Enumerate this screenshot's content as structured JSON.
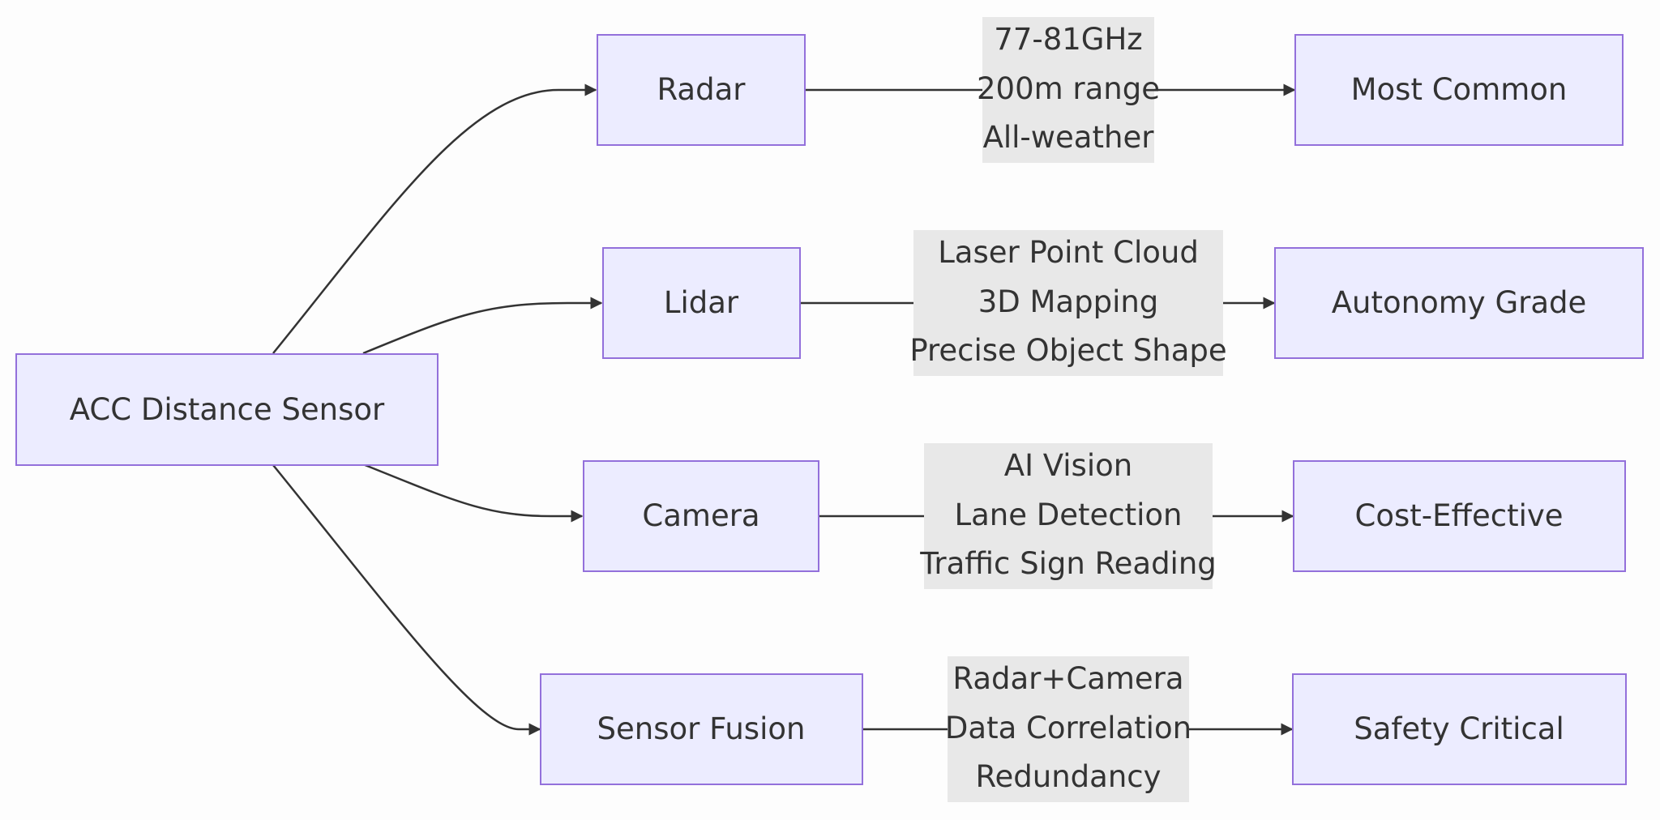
{
  "nodes": {
    "root": "ACC Distance Sensor",
    "radar": "Radar",
    "lidar": "Lidar",
    "camera": "Camera",
    "fusion": "Sensor Fusion",
    "most_common": "Most Common",
    "autonomy_grade": "Autonomy Grade",
    "cost_effective": "Cost-Effective",
    "safety_critical": "Safety Critical"
  },
  "edge_labels": {
    "radar": [
      "77-81GHz",
      "200m range",
      "All-weather"
    ],
    "lidar": [
      "Laser Point Cloud",
      "3D Mapping",
      "Precise Object Shape"
    ],
    "camera": [
      "AI Vision",
      "Lane Detection",
      "Traffic Sign Reading"
    ],
    "fusion": [
      "Radar+Camera",
      "Data Correlation",
      "Redundancy"
    ]
  },
  "colors": {
    "node_fill": "#ececff",
    "node_stroke": "#9370db",
    "edge": "#333333",
    "label_bg": "#e8e8e8",
    "text": "#333333"
  }
}
